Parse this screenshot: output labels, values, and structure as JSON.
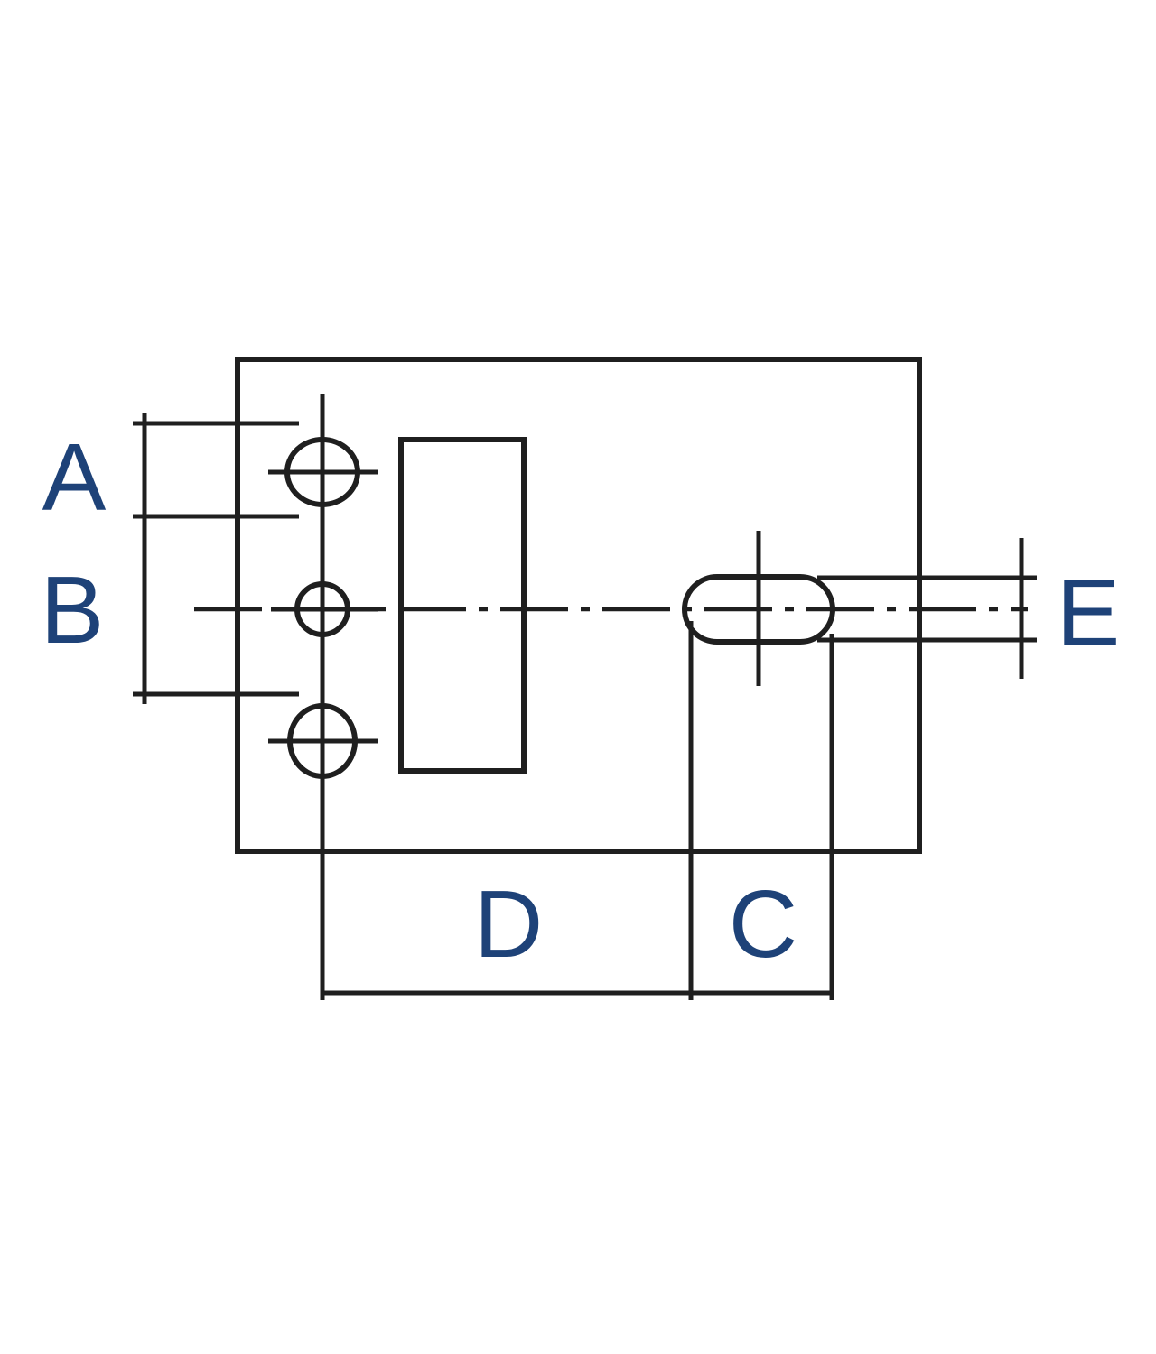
{
  "theme": {
    "background": "#ffffff",
    "line_color": "#1f1f1f",
    "label_color": "#1e4278"
  },
  "diagram": {
    "dimension_labels": {
      "a": "A",
      "b": "B",
      "c": "C",
      "d": "D",
      "e": "E"
    }
  }
}
